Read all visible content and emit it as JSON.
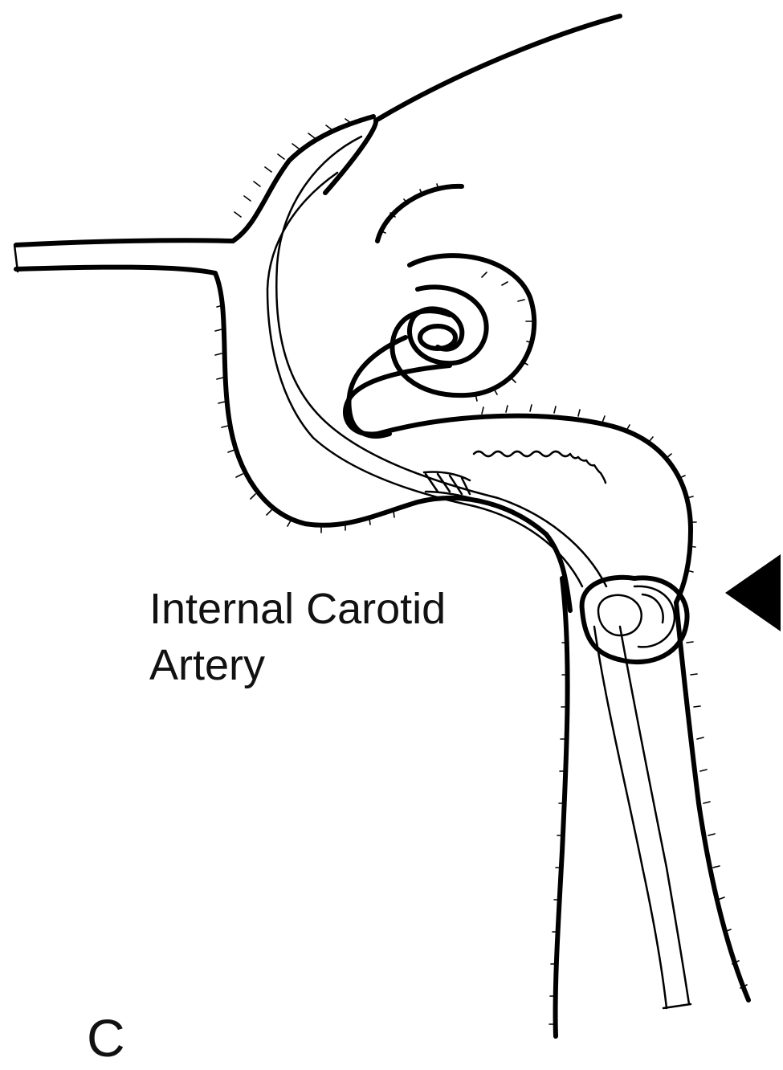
{
  "labels": {
    "vessel_line1": "Internal Carotid",
    "vessel_line2": "Artery",
    "panel_letter": "C"
  },
  "colors": {
    "ink": "#000000",
    "background": "#ffffff"
  },
  "marker": {
    "icon": "left-pointing-arrowhead-icon"
  }
}
